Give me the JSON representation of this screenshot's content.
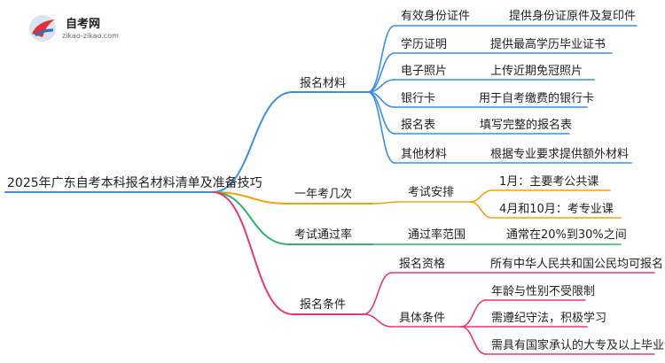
{
  "logo": {
    "name": "自考网",
    "url": "zikao-zikao.com"
  },
  "colors": {
    "blue": "#3a8ee6",
    "orange": "#f0a30a",
    "green": "#2db36b",
    "pink": "#e8347a"
  },
  "root": "2025年广东自考本科报名材料清单及准备技巧",
  "branches": {
    "materials": {
      "label": "报名材料",
      "items": [
        {
          "name": "有效身份证件",
          "desc": "提供身份证原件及复印件"
        },
        {
          "name": "学历证明",
          "desc": "提供最高学历毕业证书"
        },
        {
          "name": "电子照片",
          "desc": "上传近期免冠照片"
        },
        {
          "name": "银行卡",
          "desc": "用于自考缴费的银行卡"
        },
        {
          "name": "报名表",
          "desc": "填写完整的报名表"
        },
        {
          "name": "其他材料",
          "desc": "根据专业要求提供额外材料"
        }
      ]
    },
    "times": {
      "label": "一年考几次",
      "sub": "考试安排",
      "items": [
        "1月：主要考公共课",
        "4月和10月：考专业课"
      ]
    },
    "passrate": {
      "label": "考试通过率",
      "sub": "通过率范围",
      "item": "通常在20%到30%之间"
    },
    "conditions": {
      "label": "报名条件",
      "qualification": {
        "name": "报名资格",
        "desc": "所有中华人民共和国公民均可报名"
      },
      "specific": {
        "name": "具体条件",
        "items": [
          "年龄与性别不受限制",
          "需遵纪守法，积极学习",
          "需具有国家承认的大专及以上毕业证书"
        ]
      }
    }
  }
}
